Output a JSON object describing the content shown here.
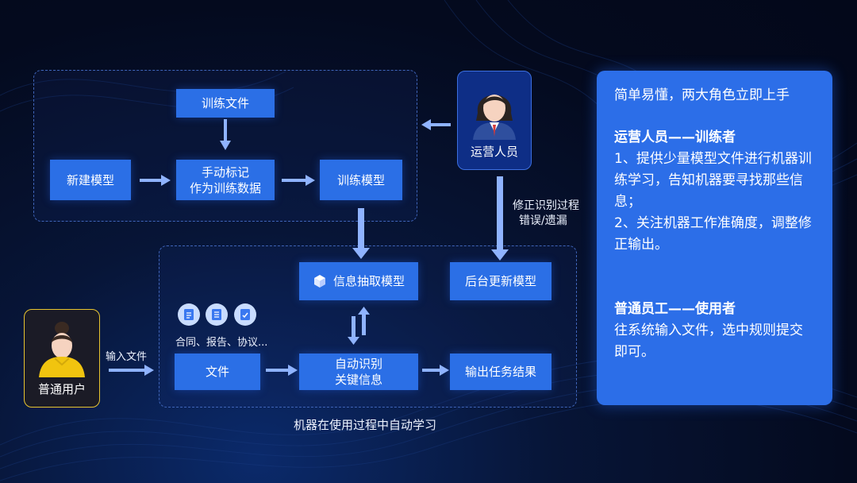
{
  "top_section": {
    "train_file": "训练文件",
    "new_model": "新建模型",
    "manual_mark_line1": "手动标记",
    "manual_mark_line2": "作为训练数据",
    "train_model": "训练模型"
  },
  "operator": {
    "label": "运营人员",
    "feedback_line1": "修正识别过程",
    "feedback_line2": "错误/遗漏"
  },
  "bottom_section": {
    "extract_model": "信息抽取模型",
    "update_model": "后台更新模型",
    "doc_types": "合同、报告、协议...",
    "file": "文件",
    "auto_recog_line1": "自动识别",
    "auto_recog_line2": "关键信息",
    "output": "输出任务结果",
    "caption": "机器在使用过程中自动学习"
  },
  "user": {
    "label": "普通用户",
    "input_label": "输入文件"
  },
  "panel": {
    "intro": "简单易懂，两大角色立即上手",
    "role1_title": "运营人员——训练者",
    "role1_point1": "1、提供少量模型文件进行机器训练学习，告知机器要寻找那些信息；",
    "role1_point2": "2、关注机器工作准确度，调整修正输出。",
    "role2_title": "普通员工——使用者",
    "role2_desc": "往系统输入文件，选中规则提交即可。"
  },
  "colors": {
    "box": "#2b6fe6",
    "panel": "#2c6ee8",
    "arrow": "#8fb3ff",
    "dashed_border": "#3f64b8",
    "user_border": "#e8c430"
  }
}
